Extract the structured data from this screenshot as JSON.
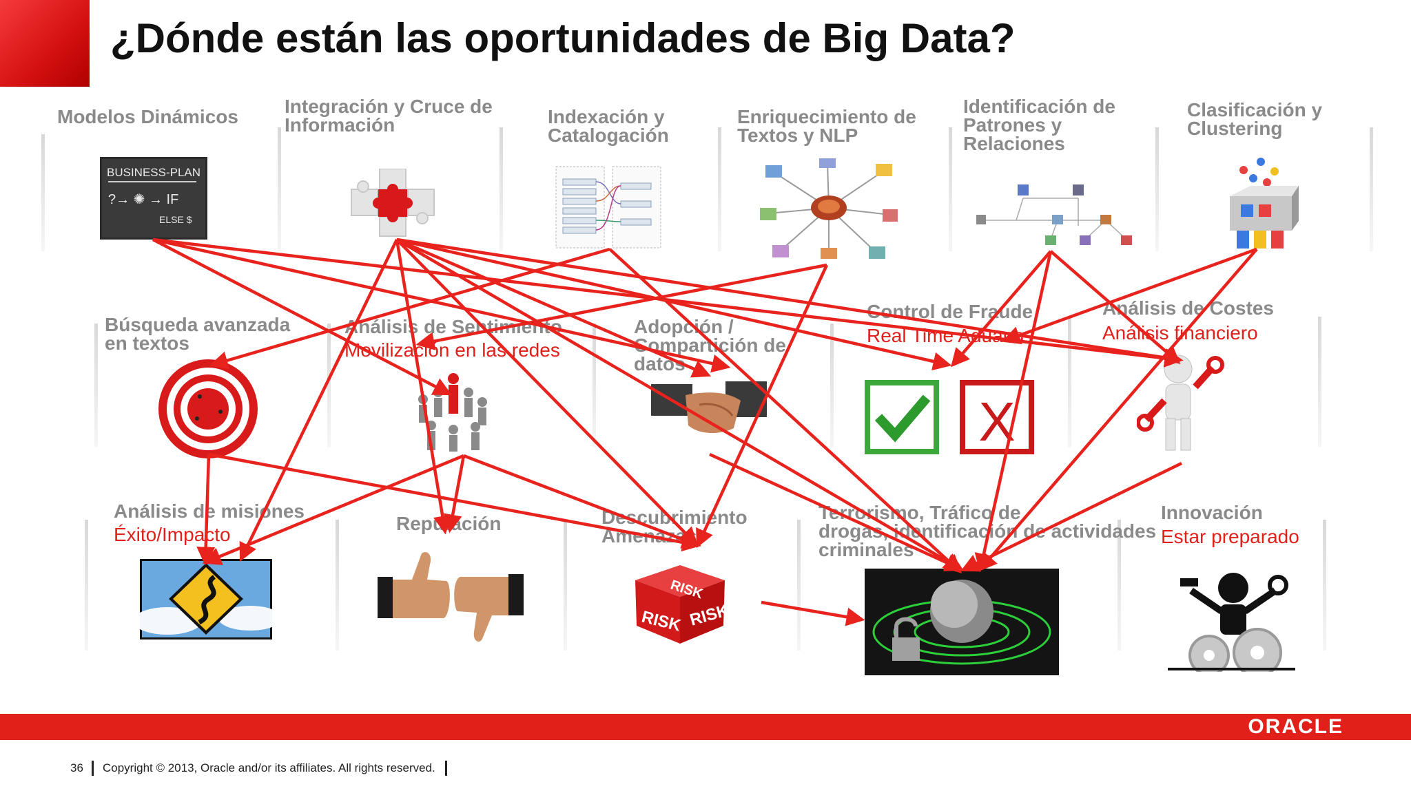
{
  "title": "¿Dónde están las oportunidades de Big Data?",
  "top_row": [
    {
      "label": "Modelos Dinámicos",
      "icon": "business-plan-chalkboard-icon"
    },
    {
      "label": "Integración y Cruce de\nInformación",
      "icon": "puzzle-pieces-icon"
    },
    {
      "label": "Indexación y\nCatalogación",
      "icon": "catalog-diagram-icon"
    },
    {
      "label": "Enriquecimiento de\nTextos y NLP",
      "icon": "mind-map-icon"
    },
    {
      "label": "Identificación de\nPatrones y\nRelaciones",
      "icon": "relationship-diagram-icon"
    },
    {
      "label": "Clasificación y\nClustering",
      "icon": "sorting-machine-icon"
    }
  ],
  "middle_row": [
    {
      "label": "Búsqueda avanzada\nen textos",
      "sub": "",
      "icon": "target-icon"
    },
    {
      "label": "Análisis de Sentimiento",
      "sub": "Movilización en las redes",
      "icon": "crowd-figures-icon"
    },
    {
      "label": "Adopción /\nCompartición de\ndatos",
      "sub": "",
      "icon": "handshake-icon"
    },
    {
      "label": "Control de Fraude",
      "sub": "Real Time Aduana",
      "icon": "check-and-x-icon"
    },
    {
      "label": "Análisis de Costes",
      "sub": "Análisis financiero",
      "icon": "wrench-figure-icon"
    }
  ],
  "bottom_row": [
    {
      "label": "Análisis de misiones",
      "sub": "Éxito/Impacto",
      "icon": "winding-road-sign-icon"
    },
    {
      "label": "Reputación",
      "sub": "",
      "icon": "thumbs-up-down-icon"
    },
    {
      "label": "Descubrimiento\nAmenazas",
      "sub": "",
      "icon": "risk-dice-icon"
    },
    {
      "label": "Terrorismo, Tráfico de\ndrogas, identificación de actividades\ncriminales",
      "sub": "",
      "icon": "globe-security-icon"
    },
    {
      "label": "Innovación",
      "sub": "Estar preparado",
      "icon": "gears-figure-icon"
    }
  ],
  "colors": {
    "accent": "#e2201a",
    "arrow": "#e8221c",
    "label_gray": "#8a8a8a"
  },
  "footer": {
    "page_number": "36",
    "copyright": "Copyright © 2013, Oracle and/or its affiliates. All rights reserved.",
    "logo": "ORACLE"
  }
}
